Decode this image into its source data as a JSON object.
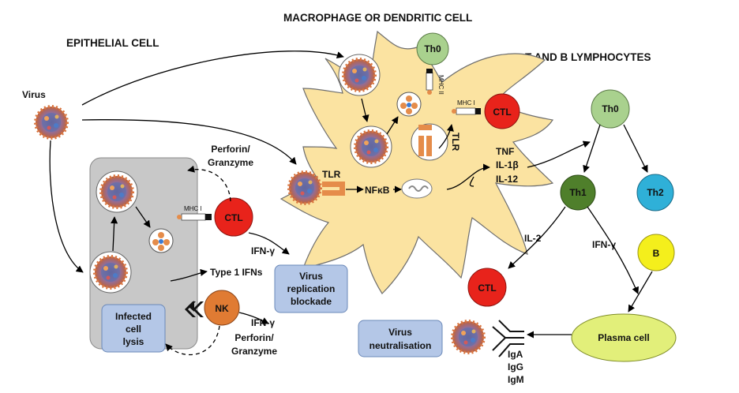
{
  "headers": {
    "epithelial": "EPITHELIAL CELL",
    "macrophage": "MACROPHAGE OR DENDRITIC CELL",
    "lymphocytes": "T AND B LYMPHOCYTES"
  },
  "labels": {
    "virus": "Virus",
    "perforin_top_1": "Perforin/",
    "perforin_top_2": "Granzyme",
    "perforin_bottom_1": "Perforin/",
    "perforin_bottom_2": "Granzyme",
    "mhc1_epithelial": "MHC I",
    "mhc1_macrophage": "MHC I",
    "mhc2": "MHC II",
    "ifn_gamma_ctl": "IFN-γ",
    "ifn_gamma_nk": "IFN-γ",
    "ifn_gamma_th1": "IFN-γ",
    "type1_ifns": "Type 1 IFNs",
    "tlr_surface": "TLR",
    "tlr_endosome": "TLR",
    "nfkb": "NFκB",
    "tnf": "TNF",
    "il1b": "IL-1β",
    "il12": "IL-12",
    "il2": "IL-2",
    "iga": "IgA",
    "igg": "IgG",
    "igm": "IgM"
  },
  "cells": {
    "th0_macro": "Th0",
    "ctl_macro": "CTL",
    "ctl_epi": "CTL",
    "nk": "NK",
    "th0": "Th0",
    "th1": "Th1",
    "th2": "Th2",
    "b": "B",
    "ctl_lymph": "CTL",
    "plasma": "Plasma cell"
  },
  "boxes": {
    "infected_1": "Infected",
    "infected_2": "cell",
    "infected_3": "lysis",
    "blockade_1": "Virus",
    "blockade_2": "replication",
    "blockade_3": "blockade",
    "neutral_1": "Virus",
    "neutral_2": "neutralisation"
  },
  "colors": {
    "macrophage_fill": "#fbe3a1",
    "epithelial_fill": "#c8c8c8",
    "ctl": "#e8231b",
    "nk": "#e07b33",
    "th0": "#a9d18e",
    "th1": "#4f7f2b",
    "th2": "#2fb0d8",
    "b": "#f4ef1c",
    "plasma": "#e2ef7a",
    "box": "#b4c7e7",
    "tlr": "#e58c4a"
  }
}
